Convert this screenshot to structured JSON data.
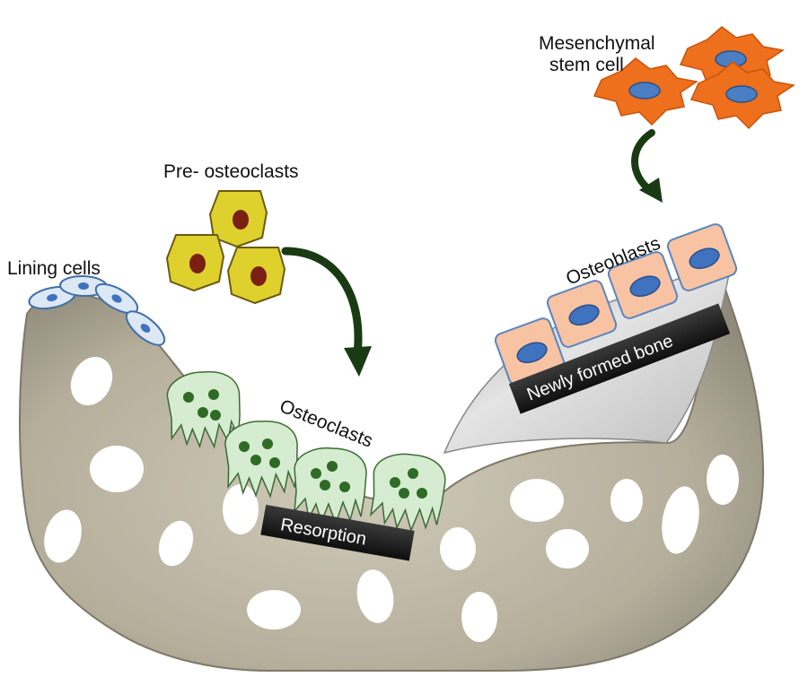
{
  "labels": {
    "mesenchymal_line1": "Mesenchymal",
    "mesenchymal_line2": "stem cell",
    "pre_osteoclasts": "Pre- osteoclasts",
    "lining_cells": "Lining cells",
    "osteoblasts": "Osteoblasts",
    "osteoclasts": "Osteoclasts",
    "newly_formed_bone": "Newly formed bone",
    "resorption": "Resorption"
  },
  "colors": {
    "bone": "#bdb6a4",
    "bone_shadow": "#8f8a7a",
    "pore": "#ffffff",
    "new_bone": "#d4d4d4",
    "mesenchymal_cell": "#ee6f1c",
    "cell_nucleus_blue": "#4a7fc4",
    "pre_osteoclast": "#ded12d",
    "pre_osteoclast_nucleus": "#7a1f12",
    "osteoblast": "#f7c3a3",
    "osteoblast_border": "#5b86c0",
    "osteoclast": "#d5ecd0",
    "osteoclast_nucleus": "#2f6b26",
    "lining_cell": "#dce8f4",
    "arrow": "#1a3a14",
    "tag_background": "#1c1c1c"
  },
  "icons": [
    "curved-arrow-icon"
  ]
}
